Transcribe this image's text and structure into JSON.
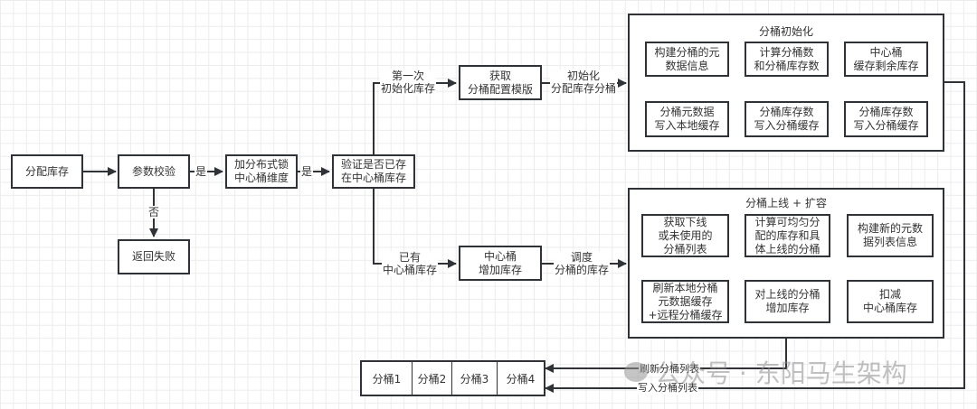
{
  "nodes": {
    "allocate_stock": "分配库存",
    "param_check": "参数校验",
    "return_fail": "返回失败",
    "add_lock": "加分布式锁\n中心桶维度",
    "verify_exists": "验证是否已存\n在中心桶库存",
    "get_template": "获取\n分桶配置模版",
    "center_add_stock": "中心桶\n增加库存"
  },
  "edge_labels": {
    "yes1": "是",
    "yes2": "是",
    "no": "否",
    "first_init": "第一次\n初始化库存",
    "init_alloc": "初始化\n分配库存分桶",
    "has_center": "已有\n中心桶库存",
    "dispatch": "调度\n分桶的库存",
    "refresh_list": "刷新分桶列表",
    "write_list": "写入分桶列表"
  },
  "group_init": {
    "title": "分桶初始化",
    "steps": [
      "构建分桶的元\n数据信息",
      "计算分桶数\n和分桶库存数",
      "中心桶\n缓存剩余库存",
      "分桶库存数\n写入分桶缓存",
      "分桶库存数\n写入分桶缓存",
      "分桶元数据\n写入本地缓存"
    ]
  },
  "group_online": {
    "title": "分桶上线 + 扩容",
    "steps": [
      "获取下线\n或未使用的\n分桶列表",
      "计算可均匀分\n配的库存和具\n体上线的分桶",
      "构建新的元数\n据列表信息",
      "扣减\n中心桶库存",
      "对上线的分桶\n增加库存",
      "刷新本地分桶\n元数据缓存\n+远程分桶缓存"
    ]
  },
  "buckets": [
    "分桶1",
    "分桶2",
    "分桶3",
    "分桶4"
  ],
  "watermark": "公众号 · 东阳马生架构"
}
